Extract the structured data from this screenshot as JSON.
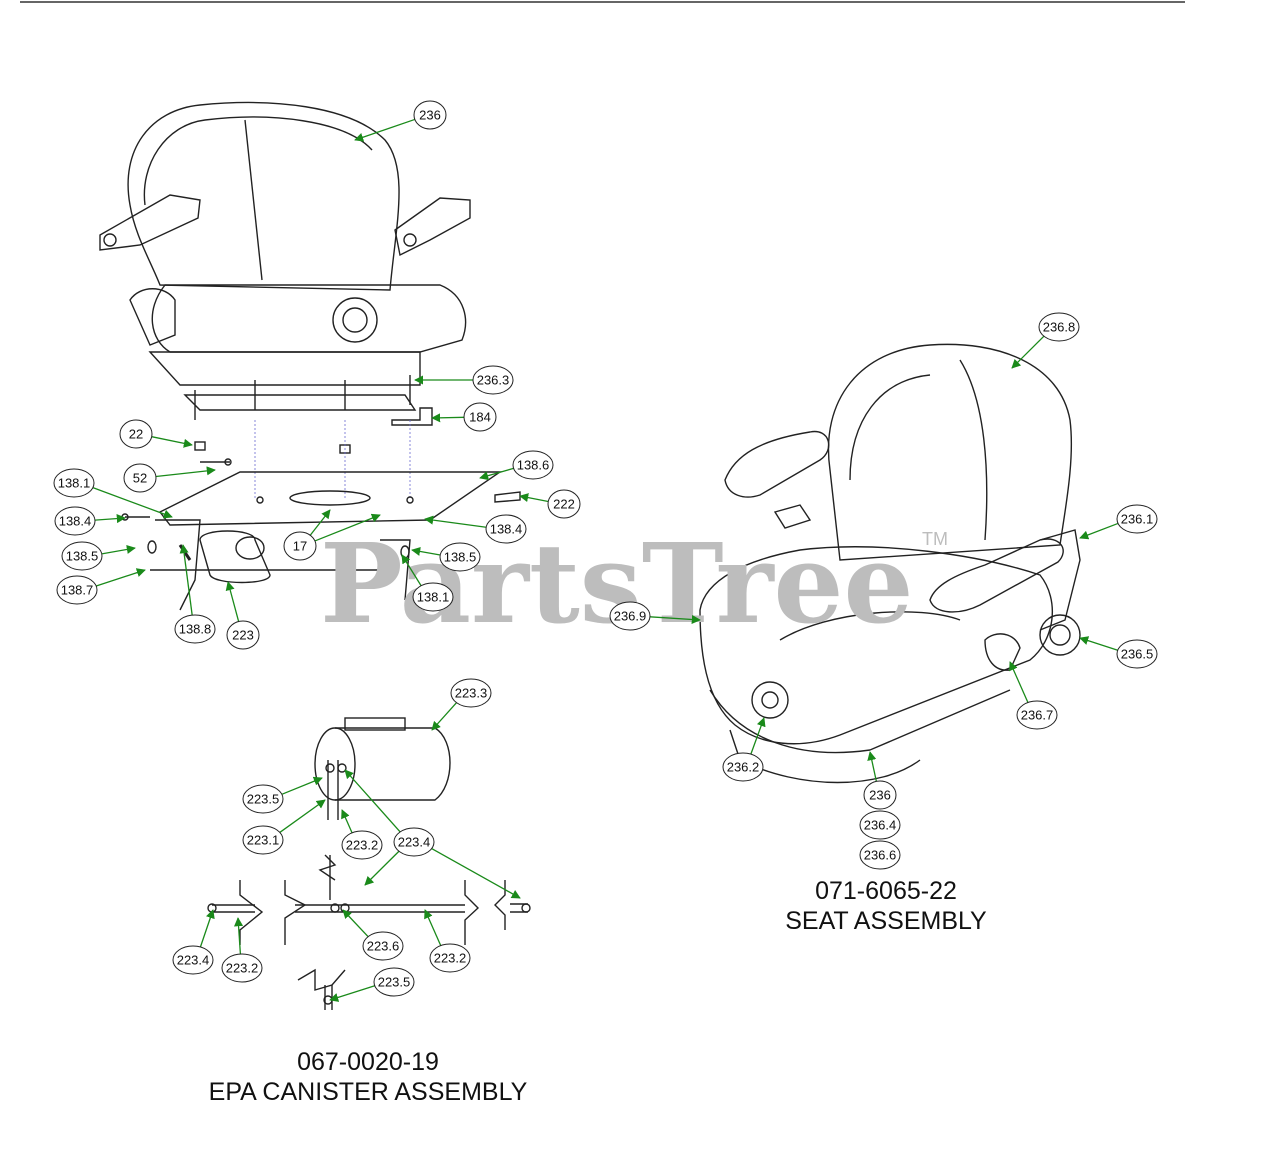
{
  "watermark": {
    "brand": "PartsTree",
    "trademark": "TM"
  },
  "assemblies": {
    "epa_canister": {
      "part_number": "067-0020-19",
      "name": "EPA CANISTER ASSEMBLY"
    },
    "seat": {
      "part_number": "071-6065-22",
      "name": "SEAT ASSEMBLY"
    }
  },
  "callouts": [
    "236",
    "236.3",
    "184",
    "22",
    "52",
    "138.6",
    "138.1",
    "222",
    "138.4",
    "138.4",
    "17",
    "138.5",
    "138.5",
    "138.7",
    "138.1",
    "138.8",
    "223",
    "223.3",
    "223.5",
    "223.1",
    "223.2",
    "223.4",
    "223.6",
    "223.4",
    "223.2",
    "223.2",
    "223.5",
    "236.8",
    "236.1",
    "236.9",
    "236.5",
    "236.7",
    "236.2",
    "236",
    "236.4",
    "236.6"
  ],
  "colors": {
    "leader": "#1a8a1a",
    "outline": "#222222",
    "watermark": "#bdbdbd"
  }
}
